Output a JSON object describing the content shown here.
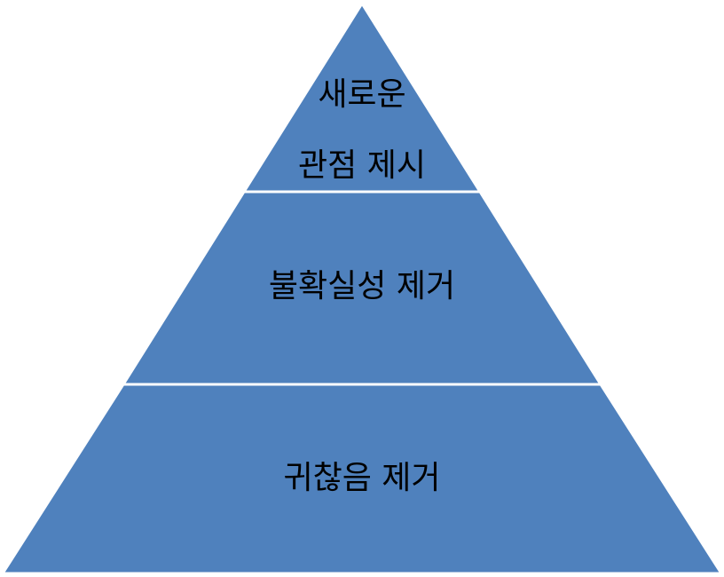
{
  "diagram": {
    "type": "pyramid",
    "fill_color": "#4F81BD",
    "divider_color": "#FFFFFF",
    "text_color": "#000000",
    "tiers": [
      {
        "lines": [
          "새로운",
          "관점 제시"
        ]
      },
      {
        "lines": [
          "불확실성 제거"
        ]
      },
      {
        "lines": [
          "귀찮음 제거"
        ]
      }
    ]
  }
}
